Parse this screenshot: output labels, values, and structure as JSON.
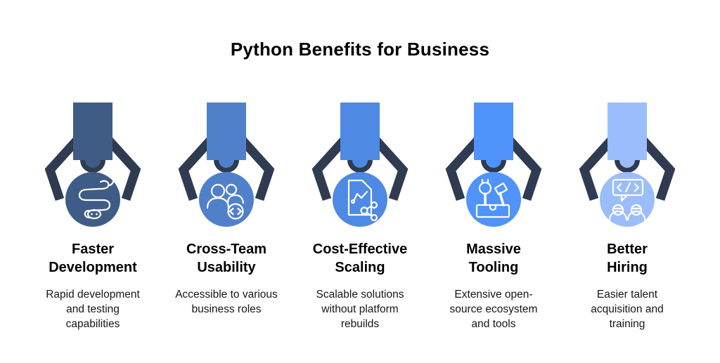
{
  "title": "Python Benefits for Business",
  "colors": {
    "background": "#ffffff",
    "claw_dark": "#2f3b51",
    "icon_stroke": "#ffffff",
    "heading_text": "#000000",
    "body_text": "#161616"
  },
  "benefits": [
    {
      "title": "Faster Development",
      "description": "Rapid development and testing capabilities",
      "accent": "#3f5c86",
      "icon": "python-snake-icon"
    },
    {
      "title": "Cross-Team Usability",
      "description": "Accessible to various business roles",
      "accent": "#5080ca",
      "icon": "team-code-icon"
    },
    {
      "title": "Cost-Effective Scaling",
      "description": "Scalable solutions without platform rebuilds",
      "accent": "#4e89e4",
      "icon": "document-chart-share-icon"
    },
    {
      "title": "Massive Tooling",
      "description": "Extensive open-source ecosystem and tools",
      "accent": "#4f93fb",
      "icon": "toolbox-tools-icon"
    },
    {
      "title": "Better Hiring",
      "description": "Easier talent acquisition and training",
      "accent": "#9bbdfc",
      "icon": "chat-code-people-icon"
    }
  ]
}
